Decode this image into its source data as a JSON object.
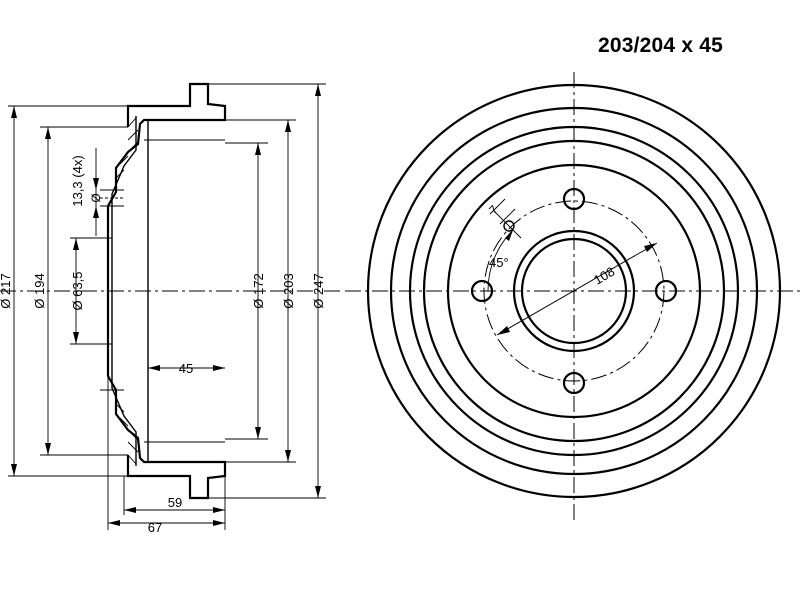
{
  "title": "203/204 x 45",
  "side_view": {
    "dimensions": {
      "d217": "Ø 217",
      "d194": "Ø 194",
      "bolt": "13,3 (4x)",
      "bolt_sym": "Ø",
      "d63_5": "Ø 63,5",
      "d172": "Ø 172",
      "d203": "Ø 203",
      "d247": "Ø 247",
      "w45": "45",
      "w59": "59",
      "w67": "67"
    }
  },
  "front_view": {
    "pcd_label": "108",
    "angle_label": "45°",
    "hole_label": "7"
  }
}
